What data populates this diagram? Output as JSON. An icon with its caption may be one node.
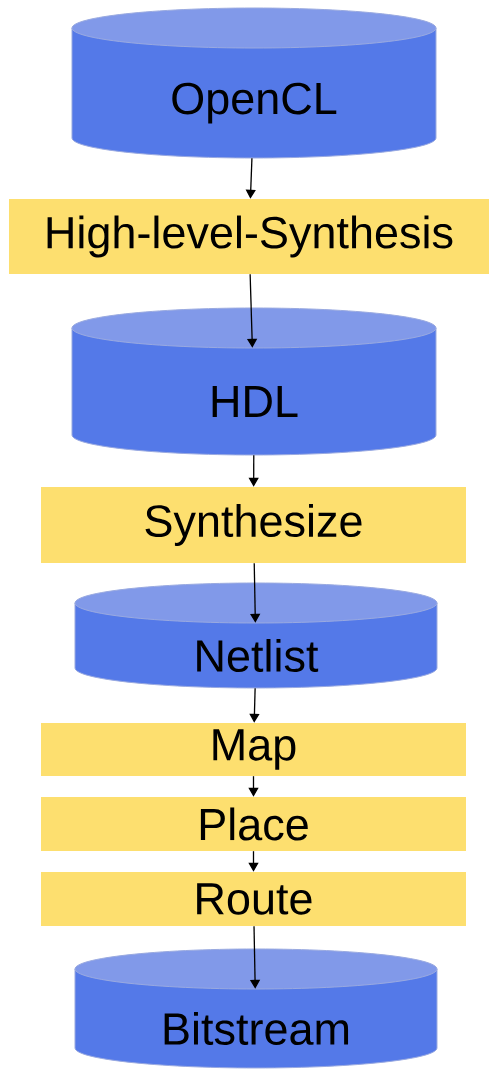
{
  "diagram": {
    "nodes": [
      {
        "text": [
          "OpenCL"
        ]
      },
      {
        "text": [
          "High-level-Synthesis"
        ]
      },
      {
        "text": [
          "HDL"
        ]
      },
      {
        "text": [
          "Synthesize"
        ]
      },
      {
        "text": [
          "Netlist"
        ]
      },
      {
        "text": [
          "Map"
        ]
      },
      {
        "text": [
          "Place"
        ]
      },
      {
        "text": [
          "Route"
        ]
      },
      {
        "text": [
          "Bitstream"
        ]
      }
    ],
    "edges": [
      {
        "from": 0,
        "to": 1,
        "arrow": "to"
      },
      {
        "from": 1,
        "to": 2,
        "arrow": "to"
      },
      {
        "from": 2,
        "to": 3,
        "arrow": "to"
      },
      {
        "from": 3,
        "to": 4,
        "arrow": "to"
      },
      {
        "from": 4,
        "to": 5,
        "arrow": "to"
      },
      {
        "from": 5,
        "to": 6,
        "arrow": "to"
      },
      {
        "from": 6,
        "to": 7,
        "arrow": "to"
      },
      {
        "from": 7,
        "to": 8,
        "arrow": "to"
      }
    ]
  }
}
